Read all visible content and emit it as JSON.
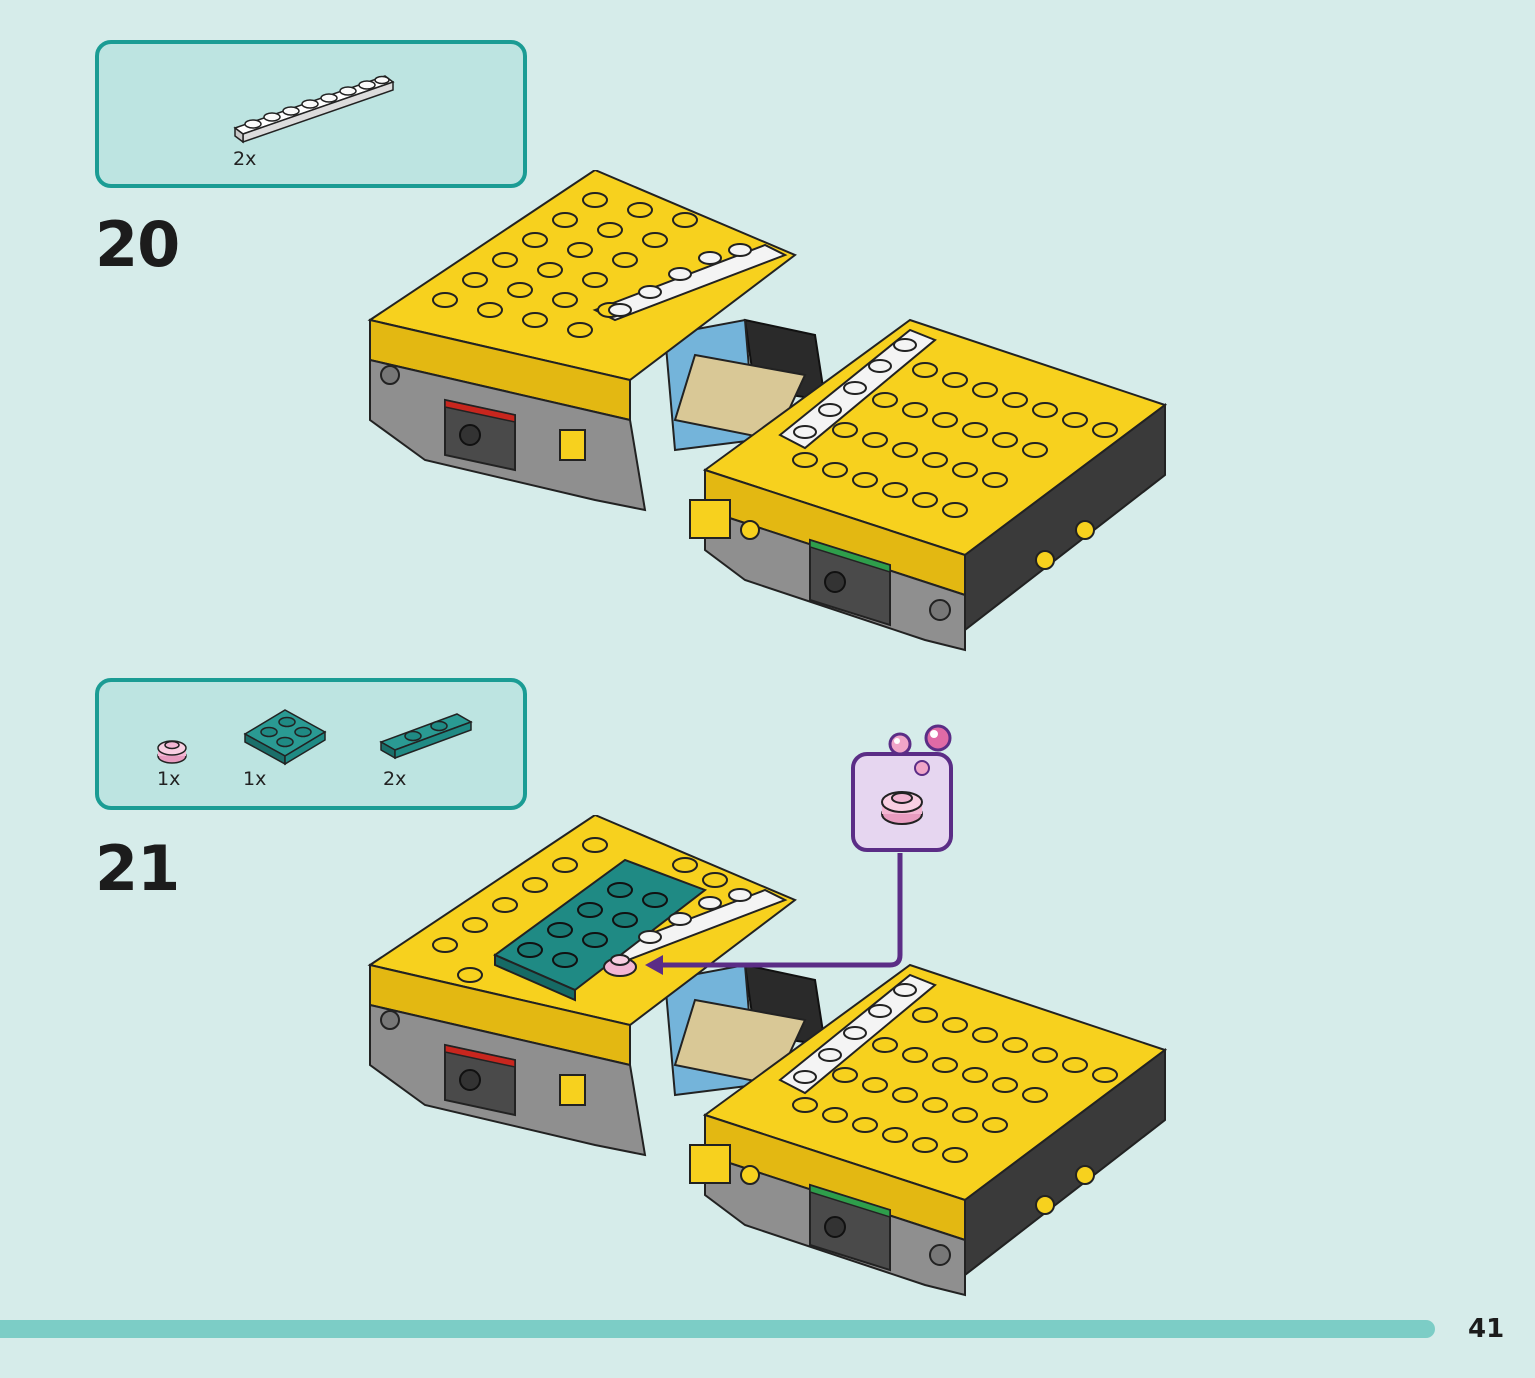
{
  "colors": {
    "background": "#d6ecea",
    "box_border": "#1b9c94",
    "box_fill": "#bde4e1",
    "brick_yellow": "#f7d11e",
    "brick_white": "#f4f4f4",
    "brick_teal": "#1f8a84",
    "brick_pink": "#f3b6d3",
    "brick_blue": "#79b8e0",
    "brick_tan": "#d9c896",
    "callout_purple": "#5b2d86",
    "bottom_bar": "#7ccdc6"
  },
  "steps": [
    {
      "number": "20",
      "parts": [
        {
          "icon": "white-plate-1x8-icon",
          "quantity": "2x"
        }
      ]
    },
    {
      "number": "21",
      "parts": [
        {
          "icon": "pink-round-plate-1x1-icon",
          "quantity": "1x"
        },
        {
          "icon": "teal-plate-2x2-icon",
          "quantity": "1x"
        },
        {
          "icon": "teal-jumper-plate-1x2-icon",
          "quantity": "2x"
        }
      ]
    }
  ],
  "page_number": "41"
}
